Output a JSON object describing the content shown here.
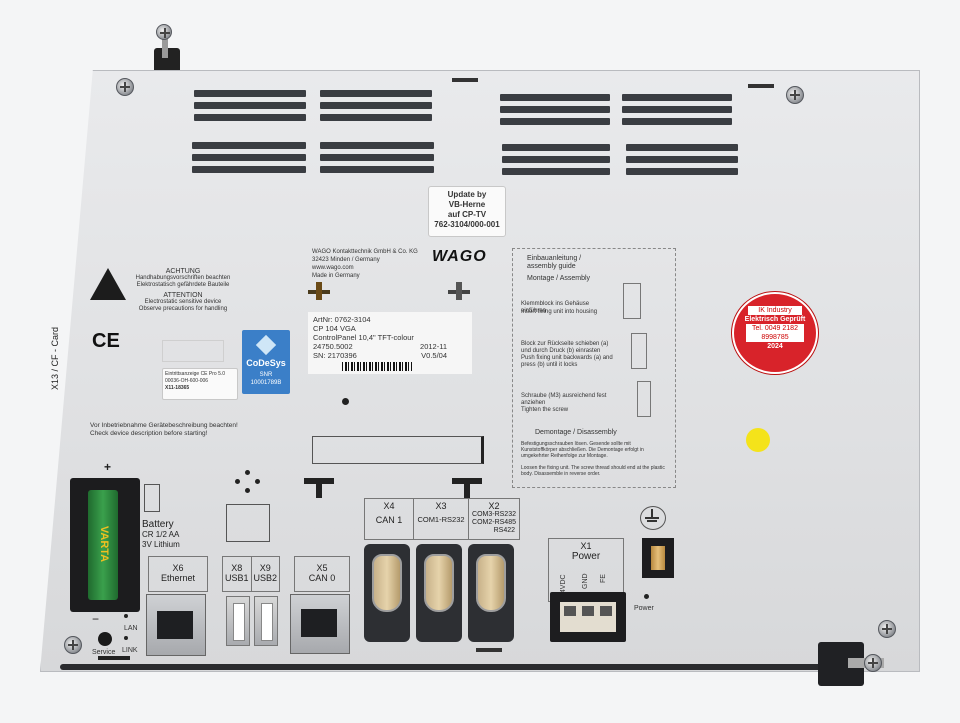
{
  "update_label": {
    "line1": "Update by",
    "line2": "VB-Herne",
    "line3": "auf CP-TV",
    "line4": "762-3104/000-001"
  },
  "maker": {
    "line1": "WAGO Kontakttechnik GmbH & Co. KG",
    "line2": "32423 Minden / Germany",
    "line3": "www.wago.com",
    "line4": "Made in Germany",
    "logo": "WAGO"
  },
  "esd": {
    "achtung": "ACHTUNG",
    "de1": "Handhabungsvorschriften beachten",
    "de2": "Elektrostatisch gefährdete Bauteile",
    "attention": "ATTENTION",
    "en1": "Electrostatic sensitive device",
    "en2": "Observe precautions for handling"
  },
  "ce": "CE",
  "type_label": {
    "art": "ArtNr: 0762-3104",
    "cp": "CP 104 VGA",
    "desc": "ControlPanel 10,4\" TFT-colour",
    "num": "24750.5002",
    "date": "2012-11",
    "sn": "SN: 2170396",
    "ver": "V0.5/04"
  },
  "codesys": {
    "name": "CoDeSys",
    "snr": "SNR",
    "snr_val": "10001789B"
  },
  "small_label": {
    "l1": "Eintrittsanzeige CE Pro 5.0",
    "l2": "00036-OH-600-006",
    "l3": "X11-18365"
  },
  "side_text": "X13 / CF - Card",
  "note": {
    "de": "Vor Inbetriebnahme Gerätebeschreibung beachten!",
    "en": "Check device description before starting!"
  },
  "assembly": {
    "title1": "Einbauanleitung /",
    "title2": "assembly guide",
    "montage": "Montage / Assembly",
    "s1_de": "Klemmblock ins Gehäuse einführen",
    "s1_en": "Insert fixing unit into housing",
    "s2_de": "Block zur Rückseite schieben (a) und durch Druck (b) einrasten",
    "s2_en": "Push fixing unit backwards (a) and press (b) until it locks",
    "s3_de": "Schraube (M3) ausreichend fest anziehen",
    "s3_en": "Tighten the screw",
    "demontage": "Demontage / Disassembly",
    "d1": "Befestigungsschrauben lösen. Gesende sollte mit Kunststoffkörper abschließen. Die Demontage erfolgt in umgekehrter Reihenfolge zur Montage.",
    "d2": "Loosen the fixing unit. The screw thread should end at the plastic body. Disassemble in reverse order."
  },
  "seal": {
    "line1": "IK Industry",
    "line2": "Elektrisch Geprüft",
    "line3": "Tel. 0049 2182",
    "line4": "8998785",
    "line5": "2024"
  },
  "battery": {
    "plus": "+",
    "title": "Battery",
    "spec1": "CR 1/2 AA",
    "spec2": "3V Lithium",
    "brand": "VARTA"
  },
  "ports": {
    "x6": "X6",
    "ethernet": "Ethernet",
    "x8": "X8",
    "usb1": "USB1",
    "x9": "X9",
    "usb2": "USB2",
    "x5": "X5",
    "can0": "CAN 0",
    "x4": "X4",
    "can1": "CAN 1",
    "x3": "X3",
    "com1": "COM1-RS232",
    "x2": "X2",
    "com3": "COM3-RS232",
    "com2": "COM2-RS485",
    "rs422": "RS422",
    "x1": "X1",
    "power": "Power",
    "v24": "24VDC",
    "gnd": "GND",
    "fe": "FE",
    "power_led": "Power",
    "service": "Service",
    "lan": "LAN",
    "link": "LINK",
    "minus": "−"
  },
  "colors": {
    "panel": "#e3e4e6",
    "vent": "#3a3d42",
    "seal_red": "#d8232a",
    "led_yellow": "#f4e31a",
    "varta_green": "#2e8b3c"
  }
}
